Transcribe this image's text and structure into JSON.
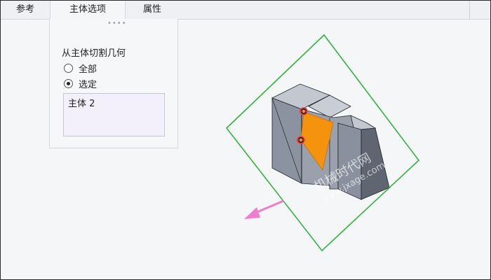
{
  "tabs": [
    {
      "label": "参考"
    },
    {
      "label": "主体选项"
    },
    {
      "label": "属性"
    }
  ],
  "panel": {
    "section_title": "从主体切割几何",
    "options": [
      {
        "label": "全部",
        "selected": false
      },
      {
        "label": "选定",
        "selected": true
      }
    ],
    "list_items": [
      "主体 2"
    ]
  },
  "viewport": {
    "watermark_line1": "机械时代网",
    "watermark_line2": "www.jxage.com",
    "colors": {
      "plane_outline": "#2fb53a",
      "cut_face": "#f5930f",
      "model_body": "#8a929f",
      "arrow": "#f07ccf"
    }
  }
}
